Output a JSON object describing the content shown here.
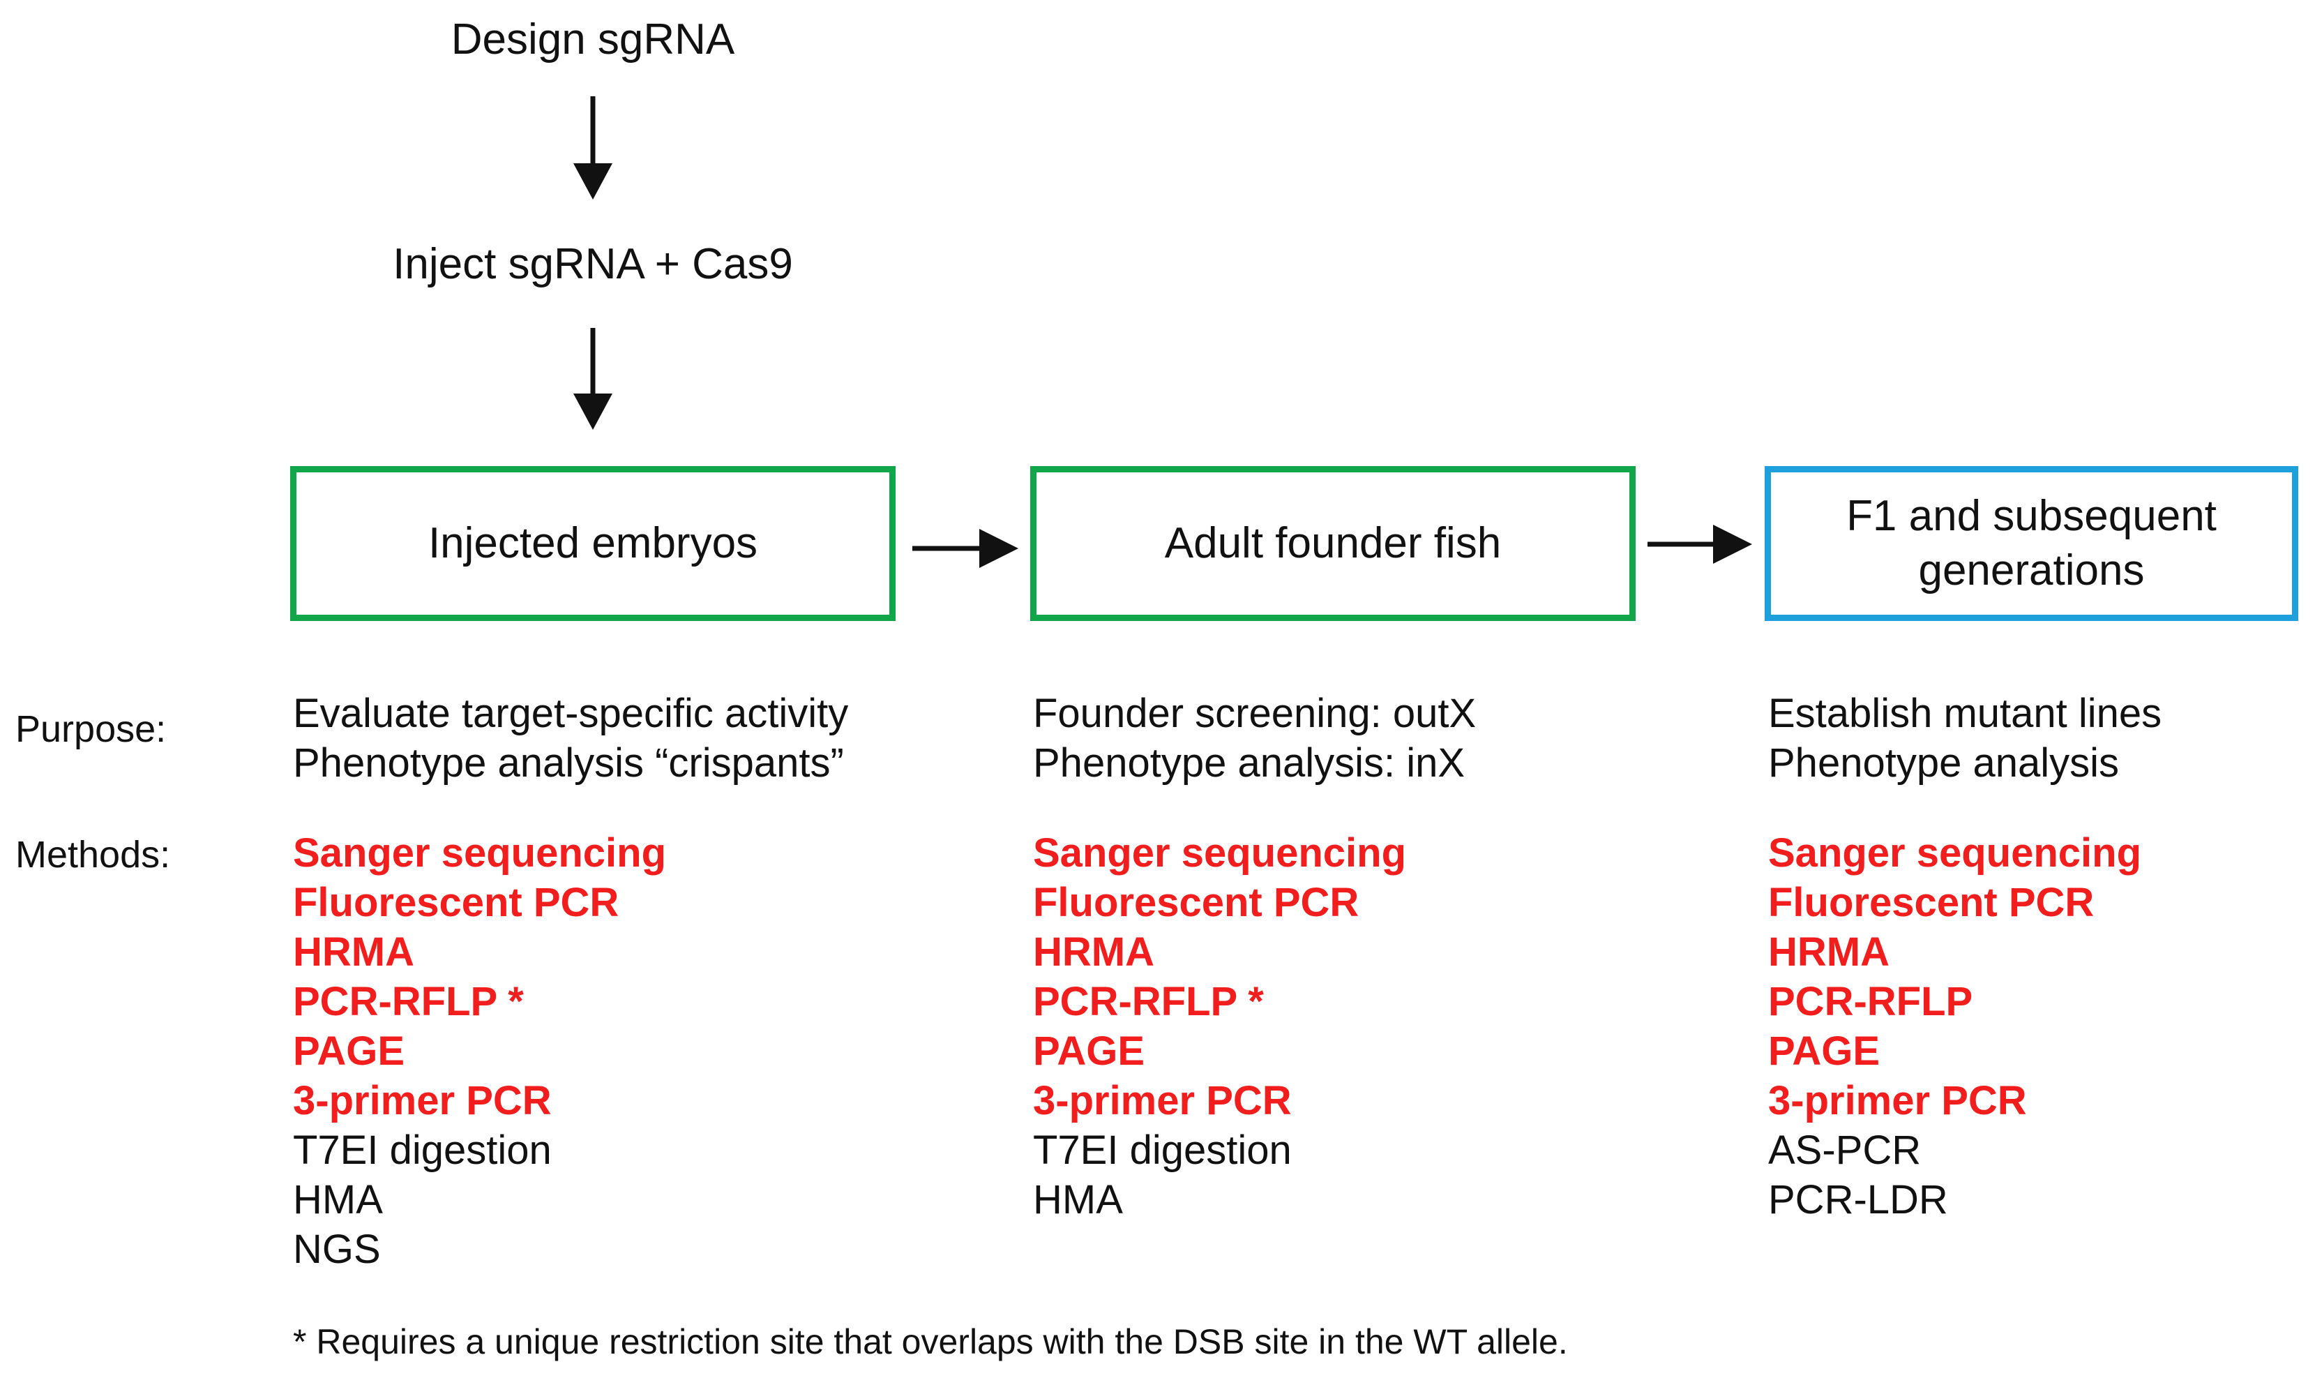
{
  "flow": {
    "step1": "Design sgRNA",
    "step2": "Inject sgRNA + Cas9"
  },
  "stages": [
    {
      "lines": [
        "Injected embryos"
      ],
      "border_color": "#12a64a"
    },
    {
      "lines": [
        "Adult founder fish"
      ],
      "border_color": "#12a64a"
    },
    {
      "lines": [
        "F1 and subsequent",
        "generations"
      ],
      "border_color": "#1ea0dc"
    }
  ],
  "labels": {
    "purpose": "Purpose:",
    "methods": "Methods:"
  },
  "purpose": [
    [
      "Evaluate target-specific activity",
      "Phenotype analysis “crispants”"
    ],
    [
      "Founder screening: outX",
      "Phenotype analysis: inX"
    ],
    [
      "Establish mutant lines",
      "Phenotype analysis"
    ]
  ],
  "methods": [
    [
      {
        "text": "Sanger sequencing",
        "highlight": true
      },
      {
        "text": "Fluorescent PCR",
        "highlight": true
      },
      {
        "text": "HRMA",
        "highlight": true
      },
      {
        "text": "PCR-RFLP *",
        "highlight": true
      },
      {
        "text": "PAGE",
        "highlight": true
      },
      {
        "text": "3-primer PCR",
        "highlight": true
      },
      {
        "text": "T7EI digestion",
        "highlight": false
      },
      {
        "text": "HMA",
        "highlight": false
      },
      {
        "text": "NGS",
        "highlight": false
      }
    ],
    [
      {
        "text": "Sanger sequencing",
        "highlight": true
      },
      {
        "text": "Fluorescent PCR",
        "highlight": true
      },
      {
        "text": "HRMA",
        "highlight": true
      },
      {
        "text": "PCR-RFLP *",
        "highlight": true
      },
      {
        "text": "PAGE",
        "highlight": true
      },
      {
        "text": "3-primer PCR",
        "highlight": true
      },
      {
        "text": "T7EI digestion",
        "highlight": false
      },
      {
        "text": "HMA",
        "highlight": false
      }
    ],
    [
      {
        "text": "Sanger sequencing",
        "highlight": true
      },
      {
        "text": "Fluorescent PCR",
        "highlight": true
      },
      {
        "text": "HRMA",
        "highlight": true
      },
      {
        "text": "PCR-RFLP",
        "highlight": true
      },
      {
        "text": "PAGE",
        "highlight": true
      },
      {
        "text": "3-primer PCR",
        "highlight": true
      },
      {
        "text": "AS-PCR",
        "highlight": false
      },
      {
        "text": "PCR-LDR",
        "highlight": false
      }
    ]
  ],
  "footnote": "* Requires a unique restriction site that overlaps with the DSB site in the WT allele.",
  "colors": {
    "highlight": "#f21d1d",
    "text": "#111111",
    "arrow": "#111111"
  }
}
